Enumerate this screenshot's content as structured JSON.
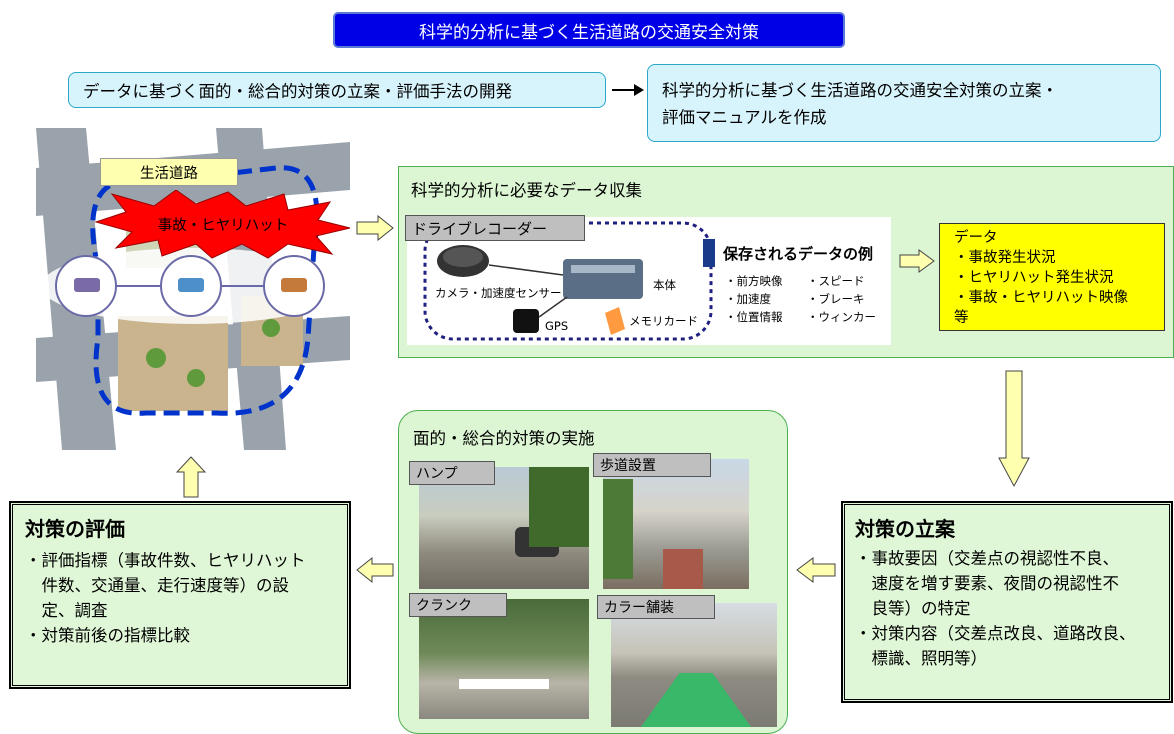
{
  "title": "科学的分析に基づく生活道路の交通安全対策",
  "top_left_box": "データに基づく面的・総合的対策の立案・評価手法の開発",
  "top_right_box": {
    "line1": "科学的分析に基づく生活道路の交通安全対策の立案・",
    "line2": "評価マニュアルを作成"
  },
  "map": {
    "road_label": "生活道路",
    "burst_label": "事故・ヒヤリハット"
  },
  "data_collection": {
    "title": "科学的分析に必要なデータ収集",
    "recorder_tag": "ドライブレコーダー",
    "labels": {
      "camera": "カメラ・加速度センサー",
      "body": "本体",
      "gps": "GPS",
      "memory": "メモリカード"
    },
    "example_title": "保存されるデータの例",
    "examples": [
      "・前方映像",
      "・スピード",
      "・加速度",
      "・ブレーキ",
      "・位置情報",
      "・ウィンカー"
    ]
  },
  "data_box": {
    "title": "データ",
    "items": [
      "・事故発生状況",
      "・ヒヤリハット発生状況",
      "・事故・ヒヤリハット映像　等"
    ]
  },
  "implementation": {
    "title": "面的・総合的対策の実施",
    "photos": [
      "ハンプ",
      "歩道設置",
      "クランク",
      "カラー舗装"
    ]
  },
  "planning": {
    "title": "対策の立案",
    "lines": [
      "・事故要因（交差点の視認性不良、",
      "　速度を増す要素、夜間の視認性不",
      "　良等）の特定",
      "・対策内容（交差点改良、道路改良、",
      "　標識、照明等）"
    ]
  },
  "evaluation": {
    "title": "対策の評価",
    "lines": [
      "・評価指標（事故件数、ヒヤリハット",
      "　件数、交通量、走行速度等）の設",
      "　定、調査",
      "・対策前後の指標比較"
    ]
  },
  "colors": {
    "title_bg": "#0000e6",
    "panel_green": "#dcf6d3",
    "data_yellow": "#ffff00",
    "arrow_fill": "#ffffb0"
  }
}
